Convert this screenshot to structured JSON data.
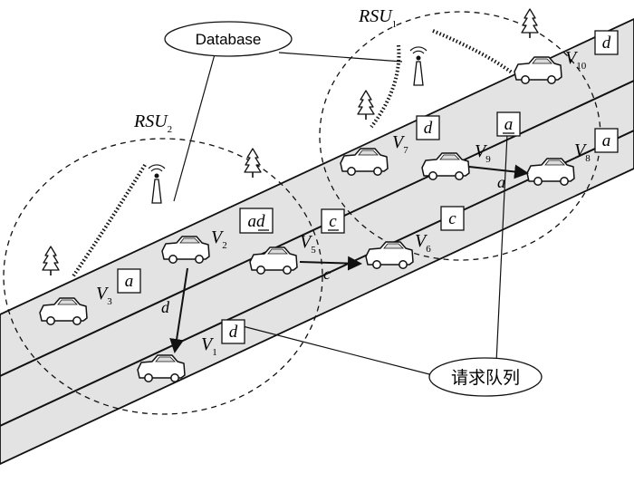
{
  "database": "Database",
  "queue_label": "请求队列",
  "rsu": [
    {
      "name": "RSU",
      "sub": "1"
    },
    {
      "name": "RSU",
      "sub": "2"
    }
  ],
  "vehicles": [
    {
      "id": "V1",
      "name": "V",
      "sub": "1",
      "request": "d",
      "underline": ""
    },
    {
      "id": "V2",
      "name": "V",
      "sub": "2",
      "request": "ad",
      "underline": "d"
    },
    {
      "id": "V3",
      "name": "V",
      "sub": "3",
      "request": "a",
      "underline": ""
    },
    {
      "id": "V5",
      "name": "V",
      "sub": "5",
      "request": "c",
      "underline": "c"
    },
    {
      "id": "V6",
      "name": "V",
      "sub": "6",
      "request": "c",
      "underline": ""
    },
    {
      "id": "V7",
      "name": "V",
      "sub": "7",
      "request": "d",
      "underline": ""
    },
    {
      "id": "V8",
      "name": "V",
      "sub": "8",
      "request": "a",
      "underline": ""
    },
    {
      "id": "V9",
      "name": "V",
      "sub": "9",
      "request": "a",
      "underline": "a"
    },
    {
      "id": "V10",
      "name": "V",
      "sub": "10",
      "request": "d",
      "underline": ""
    }
  ],
  "transfers": [
    {
      "from": "V2",
      "to": "V1",
      "item": "d"
    },
    {
      "from": "V5",
      "to": "V6",
      "item": "c"
    },
    {
      "from": "V9",
      "to": "V8",
      "item": "a"
    }
  ],
  "colors": {
    "road": "#e3e3e3",
    "line": "#111111",
    "bg": "#ffffff"
  }
}
